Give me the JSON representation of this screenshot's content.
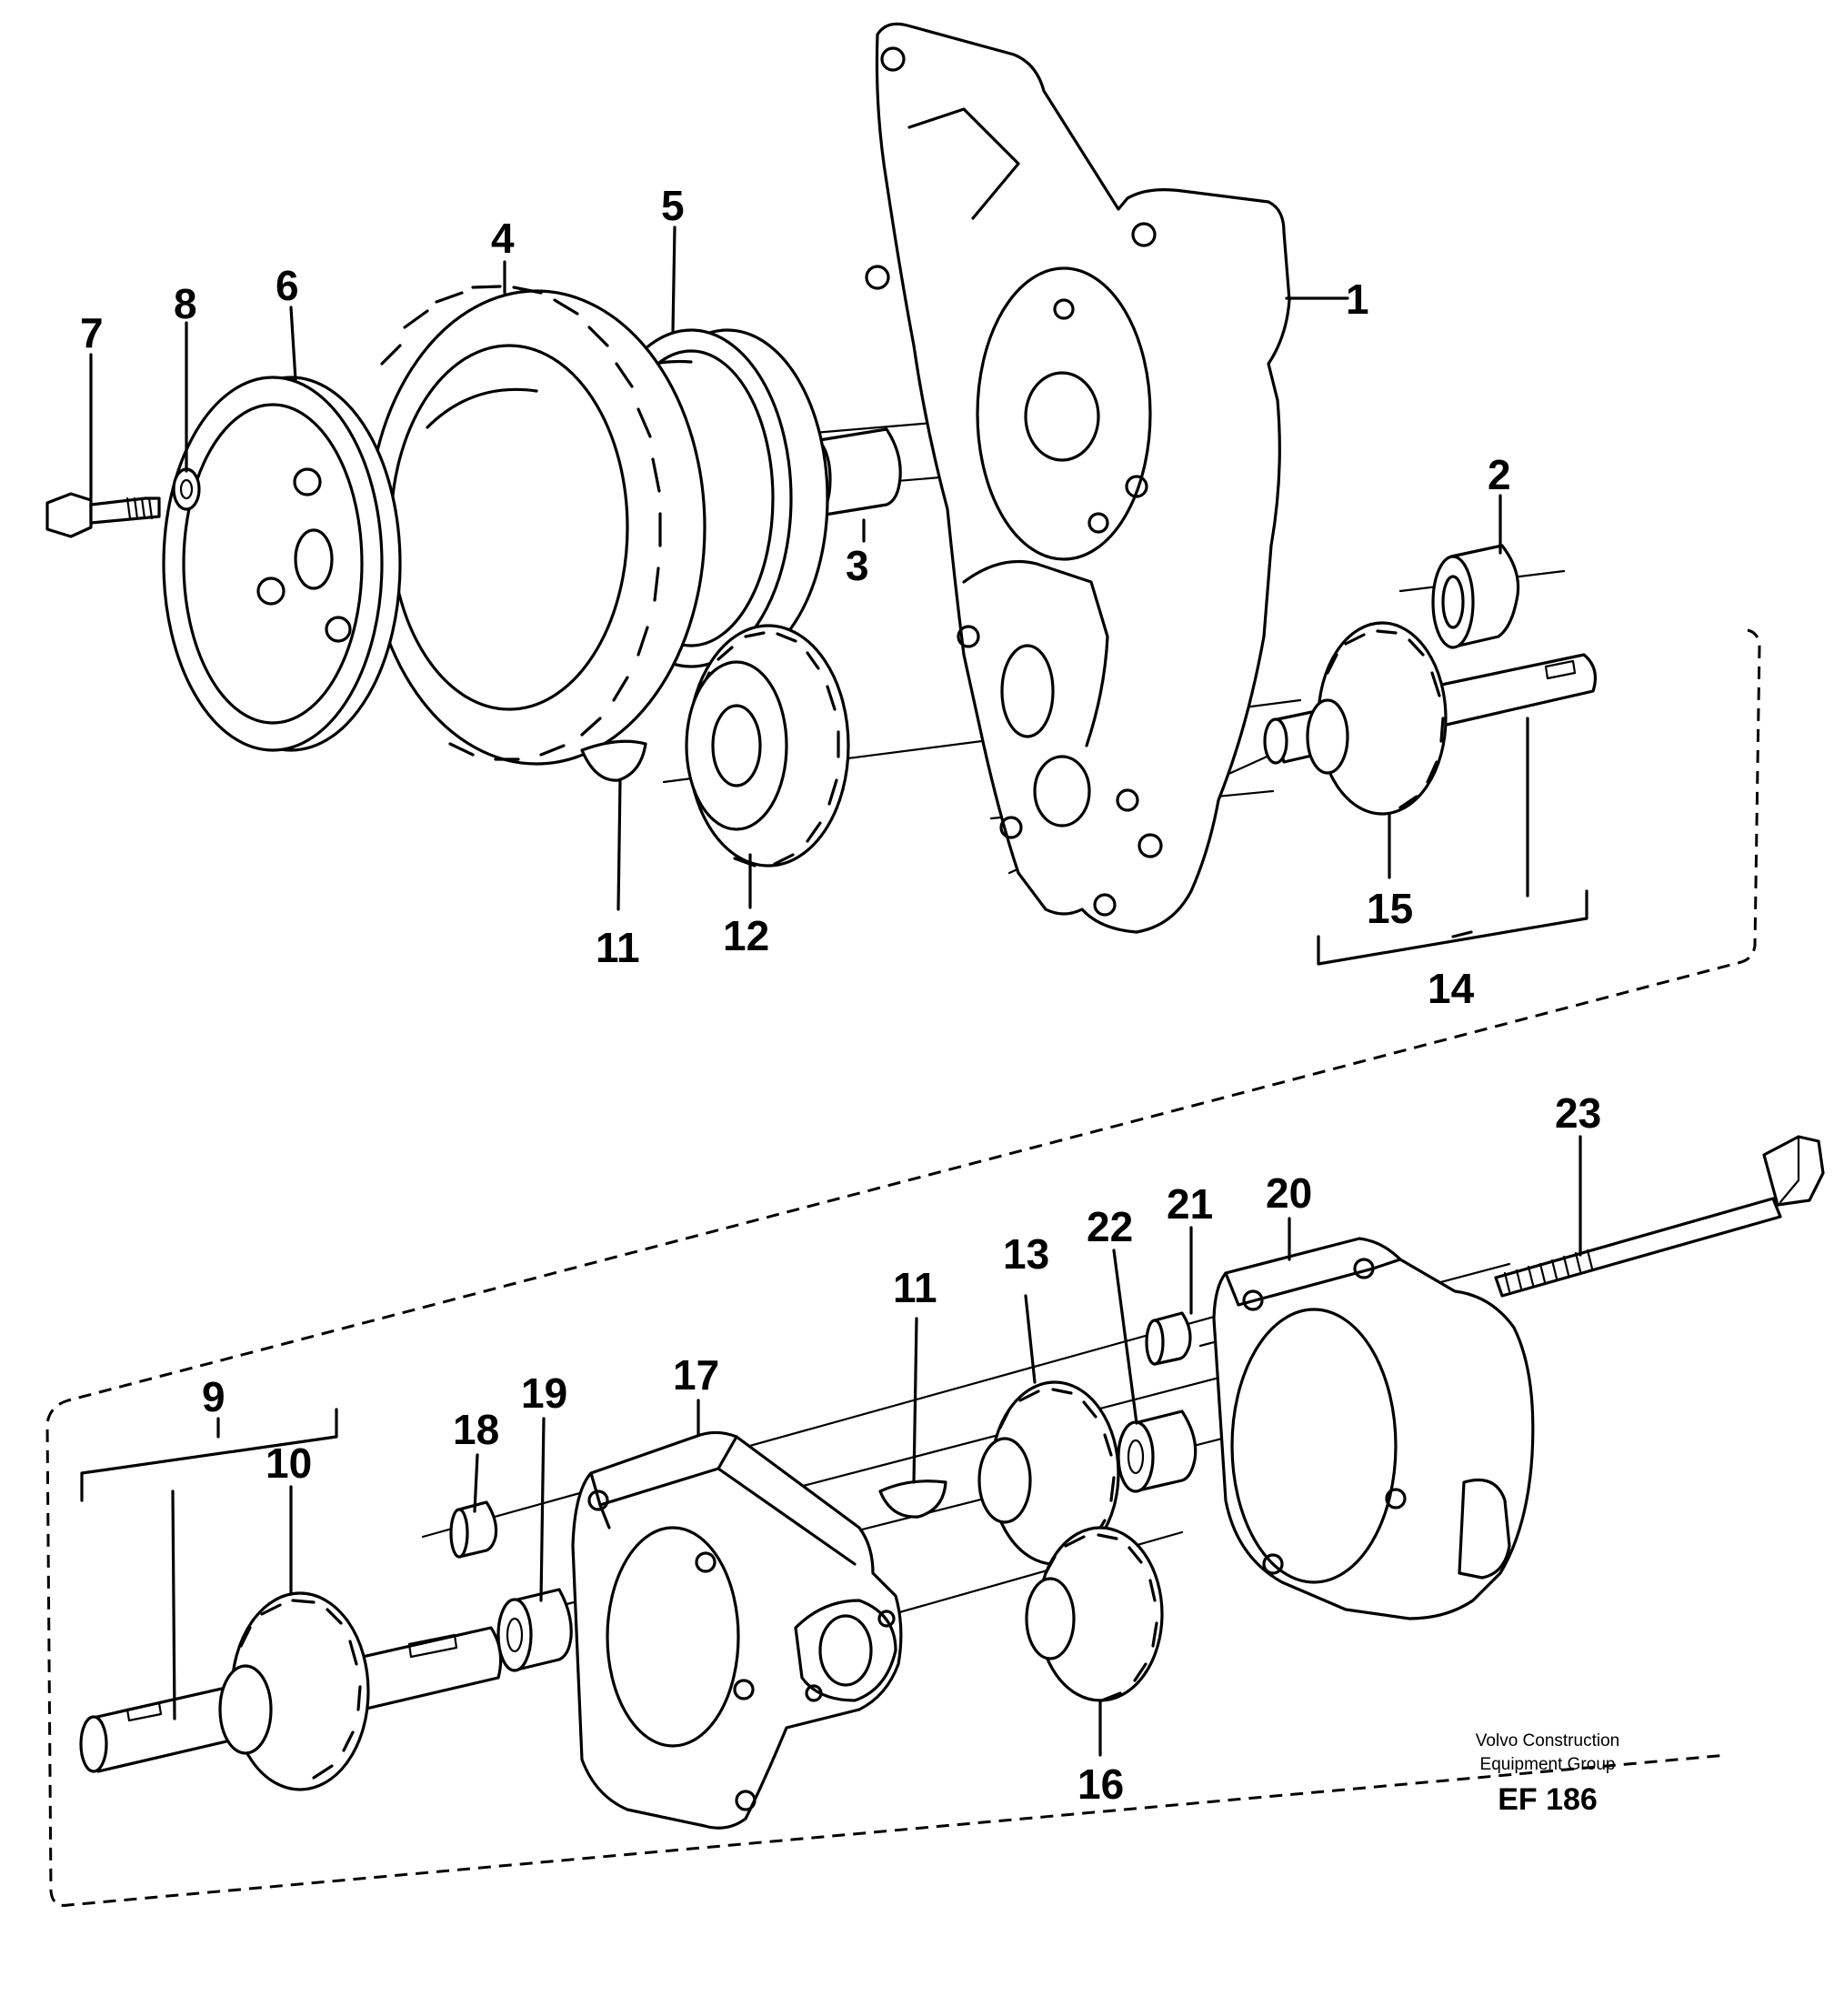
{
  "callouts": {
    "c1": "1",
    "c2": "2",
    "c3": "3",
    "c4": "4",
    "c5": "5",
    "c6": "6",
    "c7": "7",
    "c8": "8",
    "c9": "9",
    "c10": "10",
    "c11a": "11",
    "c11b": "11",
    "c12": "12",
    "c13": "13",
    "c14": "14",
    "c15": "15",
    "c16": "16",
    "c17": "17",
    "c18": "18",
    "c19": "19",
    "c20": "20",
    "c21": "21",
    "c22": "22",
    "c23": "23"
  },
  "imprint": {
    "line1": "Volvo Construction",
    "line2": "Equipment Group",
    "code": "EF 186"
  }
}
